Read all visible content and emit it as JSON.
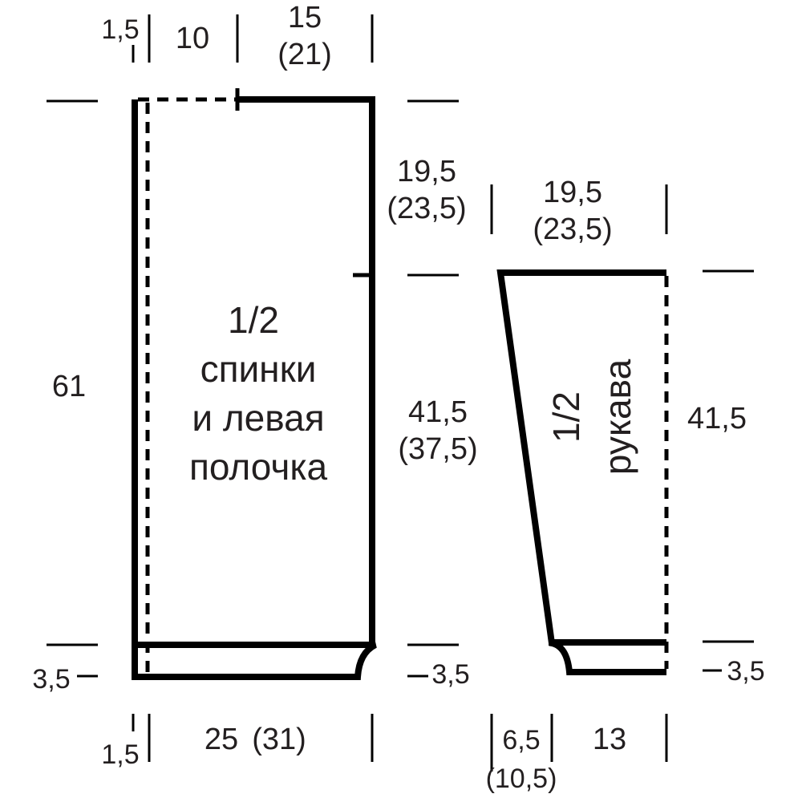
{
  "back": {
    "title": "1/2",
    "line2": "спинки",
    "line3": "и левая",
    "line4": "полочка",
    "top_edge": "1,5",
    "top_shoulder": "10",
    "top_neck": "15",
    "top_neck_alt": "(21)",
    "height": "61",
    "armhole": "19,5",
    "armhole_alt": "(23,5)",
    "side": "41,5",
    "side_alt": "(37,5)",
    "hem_left": "3,5",
    "hem_right": "3,5",
    "bottom_edge": "1,5",
    "bottom_width": "25",
    "bottom_width_alt": "(31)"
  },
  "sleeve": {
    "title": "1/2",
    "subtitle": "рукава",
    "top_width": "19,5",
    "top_width_alt": "(23,5)",
    "length": "41,5",
    "cuff": "3,5",
    "bottom_slant": "6,5",
    "bottom_slant_alt": "(10,5)",
    "bottom_width": "13"
  }
}
